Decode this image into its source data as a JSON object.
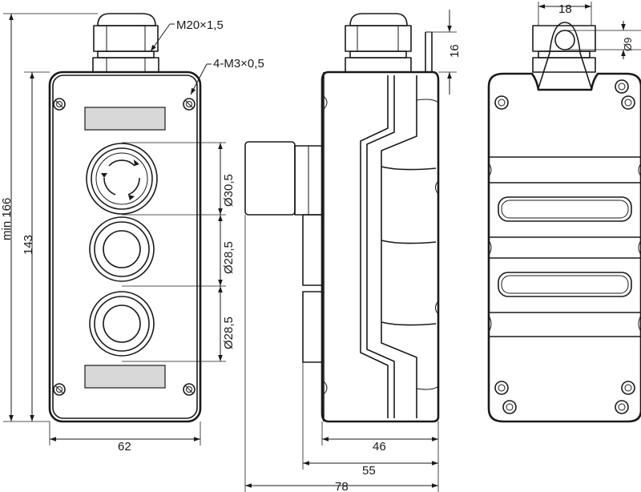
{
  "dimensions": {
    "front_height": "min 166",
    "front_body_height": "143",
    "front_width": "62",
    "estop_diameter": "Ø30,5",
    "button1_diameter": "Ø28,5",
    "button2_diameter": "Ø28,5",
    "side_body": "46",
    "side_with_gland": "55",
    "side_total": "78",
    "cable_gland_offset": "16",
    "back_bracket_width": "18",
    "back_hole_diameter": "Ø9"
  },
  "callouts": {
    "gland_thread": "M20×1,5",
    "screws": "4-M3×0,5"
  }
}
